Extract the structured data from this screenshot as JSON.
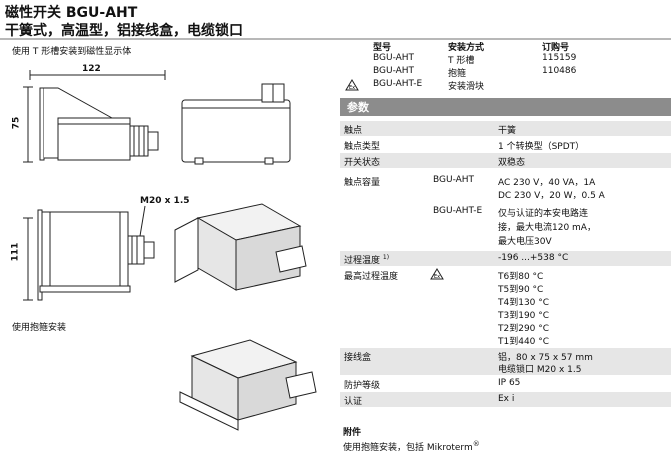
{
  "header": {
    "title": "磁性开关 BGU-AHT",
    "subtitle": "干簧式，高温型，铝接线盒，电缆锁口"
  },
  "left": {
    "caption_top": "使用 T 形槽安装到磁性显示体",
    "dim_width": "122",
    "dim_height_top": "75",
    "dim_height_bottom": "111",
    "thread_label": "M20 x 1.5",
    "caption_bottom": "使用抱箍安装"
  },
  "order_table": {
    "headers": [
      "型号",
      "安装方式",
      "订购号"
    ],
    "rows": [
      {
        "model": "BGU-AHT",
        "mount": "T 形槽",
        "order": "115159"
      },
      {
        "model": "BGU-AHT",
        "mount": "抱箍",
        "order": "110486"
      },
      {
        "model": "BGU-AHT-E",
        "mount": "安装滑块",
        "order": ""
      }
    ],
    "ex_icon": "ex-hazard-icon"
  },
  "params": {
    "title": "参数",
    "rows": [
      {
        "label": "触点",
        "value": "干簧"
      },
      {
        "label": "触点类型",
        "value": "1 个转换型（SPDT）"
      },
      {
        "label": "开关状态",
        "value": "双稳态"
      },
      {
        "label": "触点容量",
        "sub1": "BGU-AHT",
        "v1a": "AC 230 V，40 VA，1A",
        "v1b": "DC 230 V，20 W，0.5 A",
        "sub2": "BGU-AHT-E",
        "v2a": "仅与认证的本安电路连",
        "v2b": "接，最大电流120 mA，",
        "v2c": "最大电压30V"
      },
      {
        "label": "过程温度",
        "sup": "1)",
        "value": "-196 ...+538 °C"
      },
      {
        "label": "最高过程温度",
        "values": [
          "T6到80 °C",
          "T5到90 °C",
          "T4到130 °C",
          "T3到190 °C",
          "T2到290 °C",
          "T1到440 °C"
        ]
      },
      {
        "label": "接线盒",
        "v_a": "铝，80 x 75 x 57 mm",
        "v_b": "电缆锁口 M20 x 1.5"
      },
      {
        "label": "防护等级",
        "value": "IP 65"
      },
      {
        "label": "认证",
        "value": "Ex i"
      }
    ]
  },
  "note": {
    "title": "附件",
    "text": "使用抱箍安装，包括 Mikroterm",
    "reg": "®"
  },
  "colors": {
    "param_header_bg": "#8c8c8c",
    "row_shade": "#e6e6e6",
    "rule": "#b8b8b8"
  }
}
